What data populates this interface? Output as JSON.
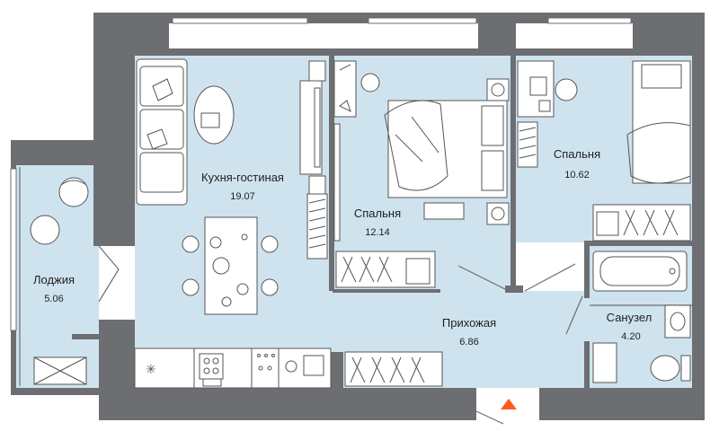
{
  "colors": {
    "wall": "#6d6e71",
    "floor": "#cfe3ef",
    "furniture": "#ffffff",
    "entrance_marker": "#ff5a1f"
  },
  "rooms": {
    "kitchen_living": {
      "label": "Кухня-гостиная",
      "area": "19.07"
    },
    "bedroom_left": {
      "label": "Спальня",
      "area": "12.14"
    },
    "bedroom_right": {
      "label": "Спальня",
      "area": "10.62"
    },
    "loggia": {
      "label": "Лоджия",
      "area": "5.06"
    },
    "hallway": {
      "label": "Прихожая",
      "area": "6.86"
    },
    "bathroom": {
      "label": "Санузел",
      "area": "4.20"
    }
  },
  "icons": {
    "entrance": "triangle-up-icon"
  }
}
